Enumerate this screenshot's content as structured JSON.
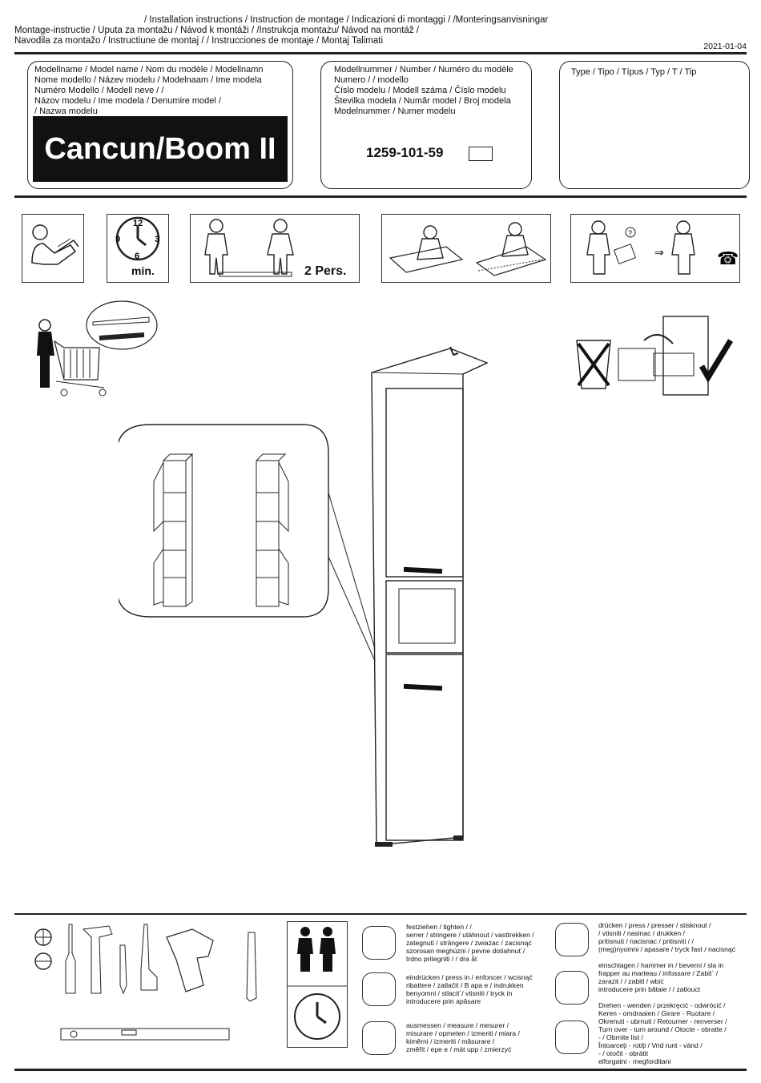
{
  "header": {
    "line1": "/ Installation instructions / Instruction de montage / Indicazioni di montaggi /                                  /Monteringsanvisningar",
    "line2": "Montage-instructie / Uputa za montažu / Návod k montáži /                                    /Instrukcja montażu/ Návod na montáž /",
    "line3": "Navodila za montažo / Instructiune de montaj /                                      / Instrucciones de montaje / Montaj Talimati",
    "date": "2021-01-04"
  },
  "model_box": {
    "label": "Modellname / Model name / Nom du modèle / Modellnamn\nNome modello / Název modelu / Modelnaam / Ime modela\nNuméro Modello / Modell neve /                              /\nNázov modelu / Ime modela / Denumire model /\n                             / Nazwa modelu",
    "name": "Cancun/Boom II"
  },
  "number_box": {
    "label": "Modellnummer / Number / Numéro du modèle\nNumero /                        / modello\nČíslo modelu / Modell száma / Číslo modelu\nŠtevilka modela / Număr model / Broj modela\nModelnummer / Numer modelu",
    "number": "1259-101-59"
  },
  "type_box": {
    "label": "Type / Tipo / Típus / Typ / T      / Tip"
  },
  "icons": {
    "clock_text": "min.",
    "persons_text": "2 Pers."
  },
  "tools_legend": {
    "tighten": "festziehen / tighten /                      /\nserrer / stringere / utáhnout / vasttrekken /\nzategnuti / strängere / zwiazac / zacisnąć\nszorosan meghúzni / pevne dotiahnut´/\ntrdno pritegniti /                   / dra åt",
    "press_in": "eindrücken / press in / enfoncer / wcisnąć\nribattere / zatlačit / B  apa    e / indrukken\nbenyomni / stlacit´/ vtisniti / tryck in\nintroducere prin apăsare",
    "measure": "ausmessen / measure / mesurer /\nmisurare / opmeten / izmeriti / miara /\nkiměrni / izmeriti / măsurare /\nzměřit /         epe  e / mät upp / zmierzyć",
    "press": "drücken / press / presser / stisknout /\n                   / vtisniti / nasinac / drukken /\npritisnuti / nacisnac / pritisniti /              /\n(meg)nyomni / apasare / tryck fast / nacisnąć",
    "hammer": "einschlagen / hammer in / beverni / sla in\nfrapper au marteau / infossare / Zabit´ /\nzarazit /               / zabiti / wbić\nintroducere prin bătaie /            / zatlouct",
    "turn": "Drehen - wenden / przekręcić - odwrócić /\nKeren - omdraaien / Girare - Ruotare /\nOkrenuti - ubrnuti / Retourner - renverser /\nTurn over - turn around / Otocte - obratte /\n              -                       / Obrnite list /\nÎntoarceți - rotiți / Vrid runt - vänd /\n                  -                   / otočit - obrátit\nelforgatni - megforditani"
  }
}
